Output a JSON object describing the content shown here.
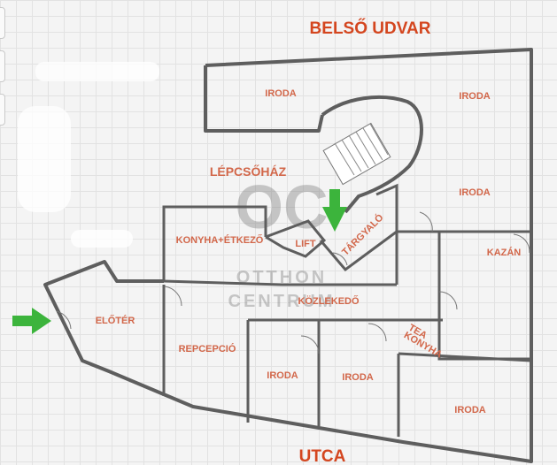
{
  "plan": {
    "top_label": "BELSŐ UDVAR",
    "bottom_label": "UTCA",
    "stair_label": "LÉPCSŐHÁZ",
    "rooms": {
      "office_top_left": "IRODA",
      "office_top_right": "IRODA",
      "office_right": "IRODA",
      "boiler": "KAZÁN",
      "kitchen_dining": "KONYHA+ÉTKEZŐ",
      "lift": "LIFT",
      "meeting": "TÁRGYALÓ",
      "corridor": "KÖZLEKEDŐ",
      "hall": "ELŐTÉR",
      "reception": "REPCEPCIÓ",
      "tea_kitchen_line1": "TEA",
      "tea_kitchen_line2": "KONYHA",
      "office_bottom_1": "IRODA",
      "office_bottom_2": "IRODA",
      "office_bottom_3": "IRODA"
    }
  },
  "watermark": {
    "logo": "OC",
    "line1": "OTTHON",
    "line2": "CENTRUM"
  },
  "colors": {
    "label": "#d2674a",
    "heading": "#d4461f",
    "wall": "#5e5e5e",
    "arrow": "#3cb43c"
  },
  "icons": [
    "entrance-arrow-icon",
    "stair-arrow-icon"
  ]
}
